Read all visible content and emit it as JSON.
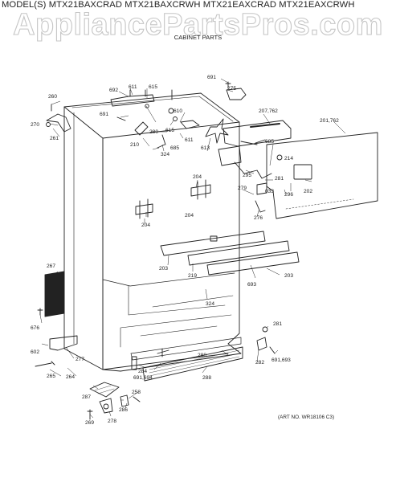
{
  "header": {
    "models": "MODEL(S) MTX21BAXCRAD MTX21BAXCRWH MTX21EAXCRAD MTX21EAXCRWH",
    "watermark": "AppliancePartsPros.com",
    "subtitle": "CABINET PARTS"
  },
  "footer": {
    "art_no": "(ART NO. WR18106 C3)"
  },
  "callouts": [
    "691",
    "275",
    "692",
    "611",
    "615",
    "260",
    "691",
    "610",
    "207,762",
    "270",
    "261",
    "280",
    "615",
    "611",
    "613",
    "685",
    "210",
    "685",
    "324",
    "201,762",
    "214",
    "295",
    "281",
    "033",
    "296",
    "202",
    "279",
    "204",
    "204",
    "276",
    "204",
    "203",
    "219",
    "693",
    "203",
    "267",
    "324",
    "676",
    "281",
    "602",
    "277",
    "288",
    "284",
    "282",
    "691,693",
    "265",
    "264",
    "691,694",
    "288",
    "258",
    "287",
    "286",
    "269",
    "278"
  ],
  "colors": {
    "line": "#222222",
    "watermark_stroke": "#c6c6c6"
  }
}
